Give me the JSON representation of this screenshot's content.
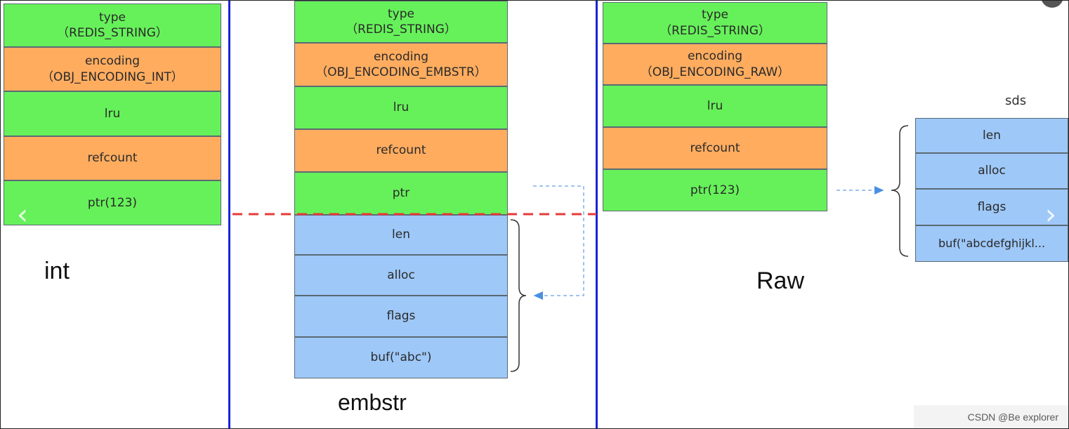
{
  "colors": {
    "green": "#66f15a",
    "orange": "#ffac5f",
    "blue": "#9ec8f8",
    "divider": "#1a24d6",
    "dashed_red": "#e63a3a",
    "arrow_blue": "#4a90e2"
  },
  "int_panel": {
    "caption": "int",
    "fields": [
      {
        "line1": "type",
        "line2": "（REDIS_STRING）",
        "color": "green"
      },
      {
        "line1": "encoding",
        "line2": "（OBJ_ENCODING_INT）",
        "color": "orange"
      },
      {
        "line1": "lru",
        "line2": "",
        "color": "green"
      },
      {
        "line1": "refcount",
        "line2": "",
        "color": "orange"
      },
      {
        "line1": "ptr(123)",
        "line2": "",
        "color": "green"
      }
    ]
  },
  "embstr_panel": {
    "caption": "embstr",
    "fields": [
      {
        "line1": "type",
        "line2": "（REDIS_STRING）",
        "color": "green"
      },
      {
        "line1": "encoding",
        "line2": "（OBJ_ENCODING_EMBSTR）",
        "color": "orange"
      },
      {
        "line1": "lru",
        "line2": "",
        "color": "green"
      },
      {
        "line1": "refcount",
        "line2": "",
        "color": "orange"
      },
      {
        "line1": "ptr",
        "line2": "",
        "color": "green"
      }
    ],
    "sds_fields": [
      {
        "line1": "len",
        "color": "blue"
      },
      {
        "line1": "alloc",
        "color": "blue"
      },
      {
        "line1": "flags",
        "color": "blue"
      },
      {
        "line1": "buf(\"abc\")",
        "color": "blue"
      }
    ]
  },
  "raw_panel": {
    "caption": "Raw",
    "fields": [
      {
        "line1": "type",
        "line2": "（REDIS_STRING）",
        "color": "green"
      },
      {
        "line1": "encoding",
        "line2": "（OBJ_ENCODING_RAW）",
        "color": "orange"
      },
      {
        "line1": "lru",
        "line2": "",
        "color": "green"
      },
      {
        "line1": "refcount",
        "line2": "",
        "color": "orange"
      },
      {
        "line1": "ptr(123)",
        "line2": "",
        "color": "green"
      }
    ],
    "sds_title": "sds",
    "sds_fields": [
      {
        "line1": "len",
        "color": "blue"
      },
      {
        "line1": "alloc",
        "color": "blue"
      },
      {
        "line1": "flags",
        "color": "blue"
      },
      {
        "line1": "buf(\"abcdefghijkl...",
        "color": "blue"
      }
    ]
  },
  "watermark": "CSDN @Be explorer"
}
